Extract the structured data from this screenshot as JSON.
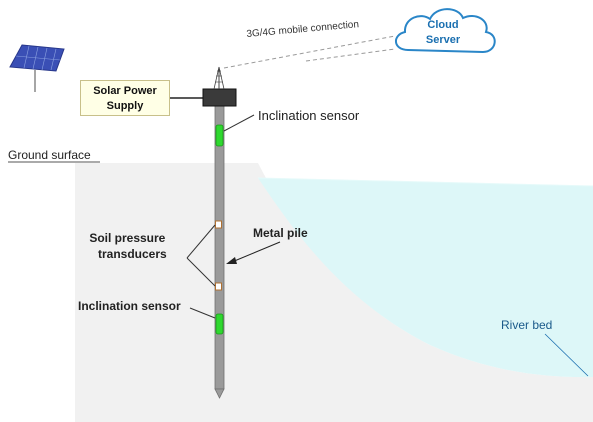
{
  "labels": {
    "mobile_connection": "3G/4G mobile connection",
    "cloud_line1": "Cloud",
    "cloud_line2": "Server",
    "solar_line1": "Solar Power",
    "solar_line2": "Supply",
    "inclination_top": "Inclination sensor",
    "ground_surface": "Ground surface",
    "soil_line1": "Soil pressure",
    "soil_line2": "transducers",
    "metal_pile": "Metal pile",
    "inclination_bottom": "Inclination sensor",
    "river_bed": "River bed"
  },
  "colors": {
    "ground": "#f1f1f1",
    "water": "#ddf7f8",
    "pile": "#9a9a9a",
    "sensor": "#2fd82f",
    "cloud_stroke": "#2a86c8",
    "solar_box_fill": "#ffffe6"
  }
}
